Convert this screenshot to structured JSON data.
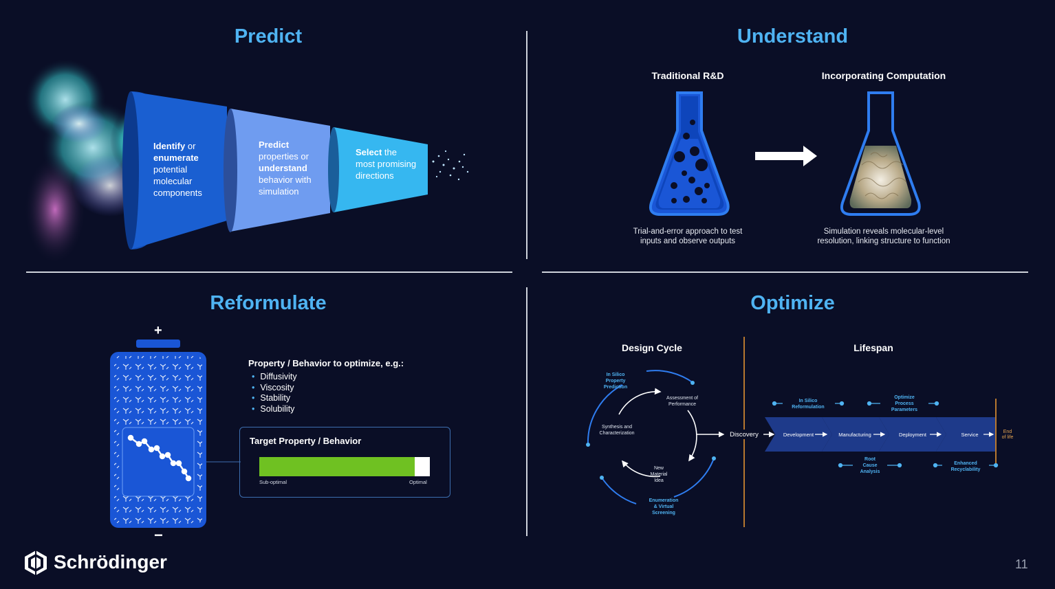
{
  "predict": {
    "title": "Predict",
    "stage1": {
      "bold1": "Identify",
      "text1": " or ",
      "bold2": "enumerate",
      "text2": " potential molecular components"
    },
    "stage2": {
      "bold1": "Predict",
      "text1": " properties or ",
      "bold2": "understand",
      "text2": " behavior with simulation"
    },
    "stage3": {
      "bold1": "Select",
      "text1": " the most promising directions"
    }
  },
  "understand": {
    "title": "Understand",
    "left_label": "Traditional R&D",
    "right_label": "Incorporating Computation",
    "left_caption_1": "Trial-and-error approach to test",
    "left_caption_2": "inputs and observe outputs",
    "right_caption_1": "Simulation reveals molecular-level",
    "right_caption_2": "resolution, linking structure to function"
  },
  "reformulate": {
    "title": "Reformulate",
    "plus": "+",
    "minus": "−",
    "property_title": "Property / Behavior to optimize, e.g.:",
    "properties": [
      "Diffusivity",
      "Viscosity",
      "Stability",
      "Solubility"
    ],
    "target_title": "Target Property / Behavior",
    "bar_fill_fraction": 0.91,
    "low_label": "Sub-optimal",
    "high_label": "Optimal"
  },
  "optimize": {
    "title": "Optimize",
    "design_cycle_label": "Design Cycle",
    "lifespan_label": "Lifespan",
    "cycle": {
      "in_silico_1": "In Silico",
      "in_silico_2": "Property",
      "in_silico_3": "Prediction",
      "assessment_1": "Assessment of",
      "assessment_2": "Performance",
      "synthesis_1": "Synthesis and",
      "synthesis_2": "Characterization",
      "new_1": "New",
      "new_2": "Material",
      "new_3": "Idea",
      "enum_1": "Enumeration",
      "enum_2": "& Virtual",
      "enum_3": "Screening"
    },
    "discovery": "Discovery",
    "stages": [
      "Development",
      "Manufacturing",
      "Deployment",
      "Service"
    ],
    "end_1": "End",
    "end_2": "of life",
    "top_1": {
      "l1": "In Silico",
      "l2": "Reformulation"
    },
    "top_2": {
      "l1": "Optimize",
      "l2": "Process",
      "l3": "Parameters"
    },
    "bottom_1": {
      "l1": "Root",
      "l2": "Cause",
      "l3": "Analysis"
    },
    "bottom_2": {
      "l1": "Enhanced",
      "l2": "Recyclability"
    }
  },
  "footer": {
    "brand": "Schrödinger",
    "page_number": "11"
  },
  "colors": {
    "background": "#0a0e26",
    "accent": "#4fb3f2",
    "bar_green": "#6fc122",
    "flask_blue": "#1a56d6",
    "timeline_orange": "#b8782f"
  }
}
